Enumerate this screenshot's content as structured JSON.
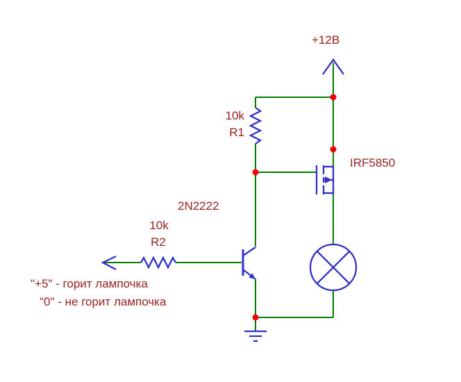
{
  "schematic": {
    "power_label": "+12В",
    "components": {
      "r1": {
        "value": "10k",
        "name": "R1"
      },
      "r2": {
        "value": "10k",
        "name": "R2"
      },
      "q1": {
        "name": "2N2222"
      },
      "q2": {
        "name": "IRF5850"
      }
    },
    "annotations": {
      "line1": "\"+5\" - горит лампочка",
      "line2": "\"0\" - не горит лампочка"
    },
    "colors": {
      "wire": "#007d00",
      "component": "#3030c8",
      "label": "#992020",
      "junction": "#f00000",
      "background": "#ffffff"
    }
  }
}
